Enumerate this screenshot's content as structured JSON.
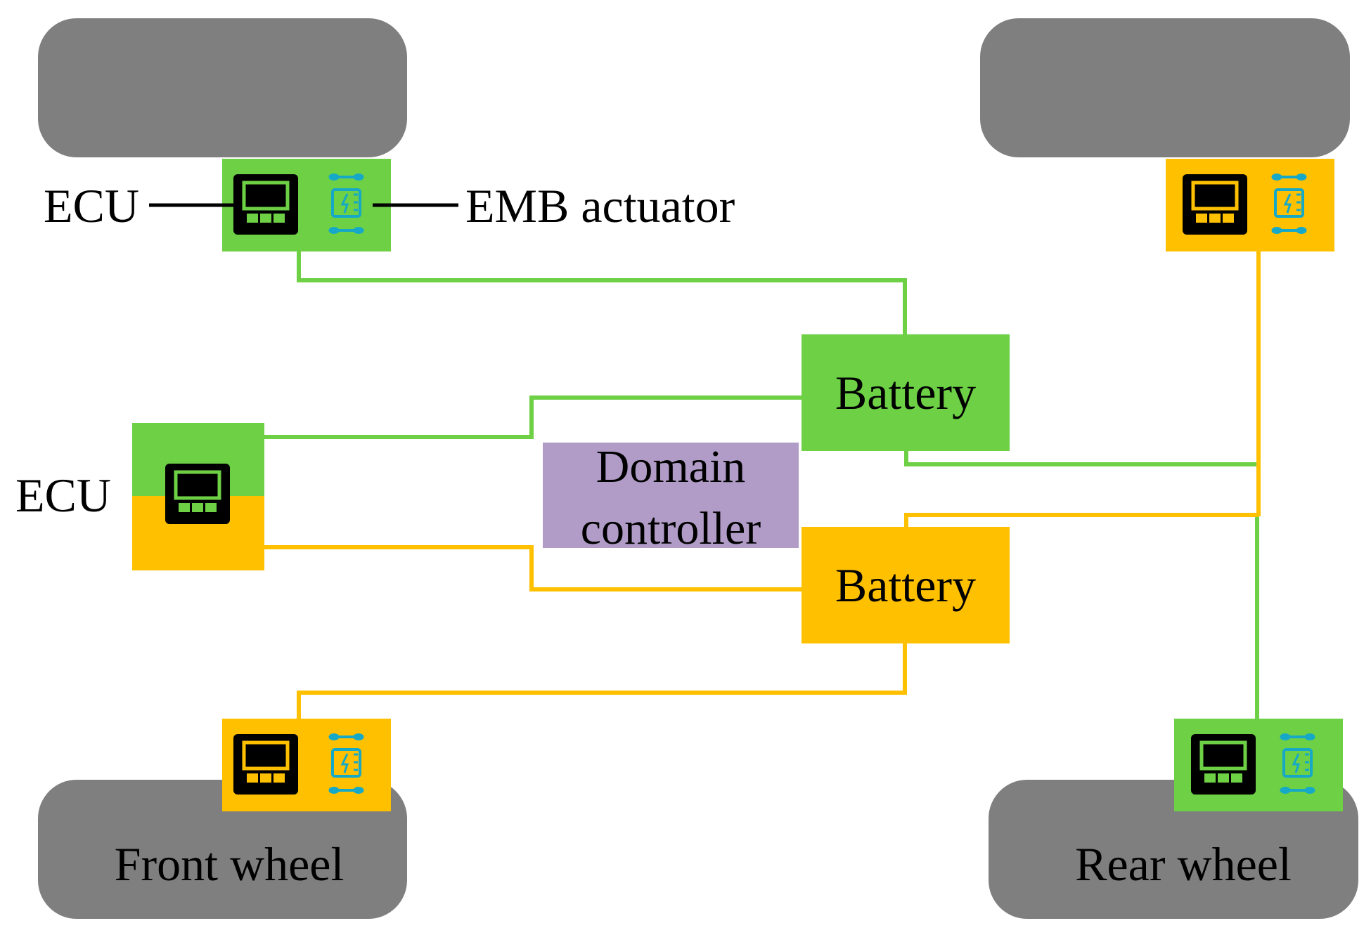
{
  "labels": {
    "ecu_top": "ECU",
    "emb_actuator": "EMB actuator",
    "ecu_left": "ECU",
    "battery_green": "Battery",
    "battery_yellow": "Battery",
    "domain_line1": "Domain",
    "domain_line2": "controller",
    "front_wheel": "Front wheel",
    "rear_wheel": "Rear wheel"
  },
  "colors": {
    "green": "#6DD045",
    "yellow": "#FFC000",
    "purple": "#B19CC8",
    "wheel_gray": "#7F7F7F",
    "icon_cyan": "#16A9C7",
    "line_black": "#000000"
  },
  "icons": [
    "ecu-icon",
    "emb-actuator-icon"
  ]
}
